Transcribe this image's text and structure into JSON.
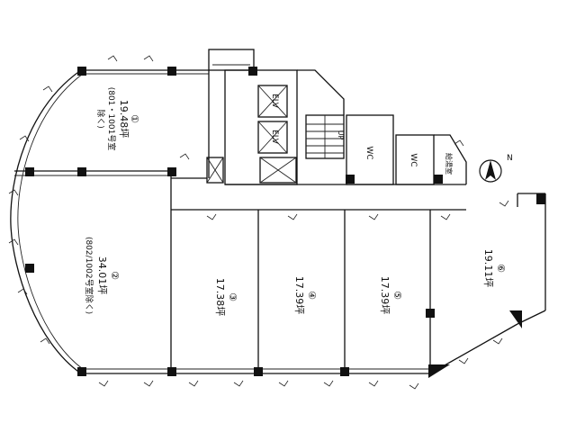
{
  "units": [
    {
      "no": "①",
      "area": "19.48坪",
      "note1": "(801・1001号室",
      "note2": "除く)"
    },
    {
      "no": "②",
      "area": "34.01坪",
      "note1": "(802/1002号室除く)",
      "note2": ""
    },
    {
      "no": "③",
      "area": "17.38坪",
      "note1": "",
      "note2": ""
    },
    {
      "no": "④",
      "area": "17.39坪",
      "note1": "",
      "note2": ""
    },
    {
      "no": "⑤",
      "area": "17.39坪",
      "note1": "",
      "note2": ""
    },
    {
      "no": "⑥",
      "area": "19.11坪",
      "note1": "",
      "note2": ""
    }
  ],
  "core": {
    "elevator_1": "ELV",
    "elevator_2": "ELV",
    "wc_1": "WC",
    "wc_2": "WC",
    "small_room": "給湯室",
    "stair": "UP"
  },
  "compass": {
    "label": "N"
  }
}
